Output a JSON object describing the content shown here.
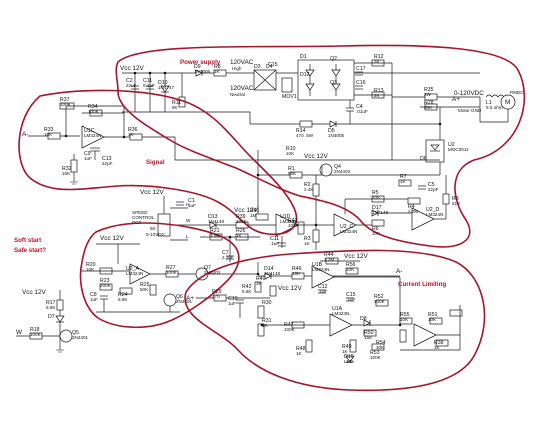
{
  "annotations": {
    "power_supply": "Power supply",
    "signal": "Signal",
    "soft_start": "Soft start",
    "safe_start": "Safe start?",
    "current_limiting": "Current Limiting"
  },
  "colors": {
    "annotation": "#c0102a",
    "wire": "#1a1a1a",
    "background": "#ffffff"
  },
  "rails": {
    "vcc_top": "Vcc 12V",
    "vcc_mid": "Vcc 12V",
    "vcc_u1d": "Vcc 12V",
    "vcc_softstart": "Vcc 12V",
    "vcc_leftlow": "Vcc 12V",
    "vcc_bottom": "Vcc 12V",
    "vcc_cl": "Vcc 12V",
    "vcc_speed": "Vcc 12V"
  },
  "inputs": {
    "hv_high": "120VAC",
    "hv_high_sub": "High",
    "hv_neutral": "120VAC",
    "hv_neutral_sub": "Neutral",
    "a_minus": "A-",
    "a_plus_out": "A+",
    "a_plus_in": "A+",
    "a_minus_cl": "A-",
    "w_in": "W",
    "out_dc": "0-120VDC",
    "out_neg": "A-",
    "motor_gnd": "Motor GND",
    "pmdc": "PMDC",
    "motor_sym": "M",
    "speed_pot": "SPEED",
    "speed_pot2": "CONTROL",
    "speed_pot3": "POT",
    "h_pin": "H",
    "w_pin": "W",
    "l_pin": "L",
    "pot_val1": "5K",
    "pot_val2": "0-10VDC"
  },
  "components": {
    "power": [
      {
        "ref": "C2",
        "val": "22uF"
      },
      {
        "ref": "C11",
        "val": "0.1uF"
      },
      {
        "ref": "D10",
        "val": "1N4747"
      },
      {
        "ref": "R11",
        "val": "8K"
      },
      {
        "ref": "D9",
        "val": "1N4005"
      },
      {
        "ref": "R8",
        "val": "1K"
      },
      {
        "ref": "D3",
        "val": ""
      },
      {
        "ref": "D4",
        "val": ""
      },
      {
        "ref": "C15",
        "val": ""
      },
      {
        "ref": "MOV1",
        "val": ""
      },
      {
        "ref": "D1",
        "val": ""
      },
      {
        "ref": "Q2",
        "val": ""
      },
      {
        "ref": "D12",
        "val": ""
      },
      {
        "ref": "Q3",
        "val": ""
      },
      {
        "ref": "C17",
        "val": ""
      },
      {
        "ref": "C16",
        "val": ""
      },
      {
        "ref": "R12",
        "val": "2K"
      },
      {
        "ref": "R13",
        "val": "2K"
      },
      {
        "ref": "R14",
        "val": "470 .5W"
      },
      {
        "ref": "D5",
        "val": "1N4005"
      },
      {
        "ref": "C4",
        "val": ".01uF"
      },
      {
        "ref": "R10",
        "val": "10K"
      },
      {
        "ref": "R35",
        "val": "2W"
      },
      {
        "ref": "R28",
        "val": "20K"
      },
      {
        "ref": "L1",
        "val": "5.5 ohm"
      },
      {
        "ref": "U2",
        "val": "MOC3011"
      },
      {
        "ref": "D6",
        "val": ""
      }
    ],
    "signal": [
      {
        "ref": "R33",
        "val": "10K"
      },
      {
        "ref": "R37",
        "val": "100K"
      },
      {
        "ref": "R34",
        "val": "100K"
      },
      {
        "ref": "U1C",
        "val": "LM324N"
      },
      {
        "ref": "R36",
        "val": "1K"
      },
      {
        "ref": "C9",
        "val": "1uF"
      },
      {
        "ref": "R32",
        "val": "10K"
      },
      {
        "ref": "C13",
        "val": "22pF"
      }
    ],
    "middle": [
      {
        "ref": "R1",
        "val": "56K"
      },
      {
        "ref": "Q4",
        "val": "2N4403"
      },
      {
        "ref": "R2",
        "val": "2.4K"
      },
      {
        "ref": "R5",
        "val": "10K"
      },
      {
        "ref": "C5",
        "val": "22pF"
      },
      {
        "ref": "R7",
        "val": "1K"
      },
      {
        "ref": "R4",
        "val": "2.2M"
      },
      {
        "ref": "D17",
        "val": "1N4148"
      },
      {
        "ref": "R6",
        "val": "10K"
      },
      {
        "ref": "R9",
        "val": "510"
      },
      {
        "ref": "U2_D",
        "val": "LM324N"
      },
      {
        "ref": "U2_C",
        "val": "LM324N"
      },
      {
        "ref": "R3",
        "val": "1K"
      },
      {
        "ref": "R43",
        "val": "100K"
      },
      {
        "ref": "C1",
        "val": "1uF"
      },
      {
        "ref": "D13",
        "val": "1N4148"
      },
      {
        "ref": "R39",
        "val": "100K"
      },
      {
        "ref": "R41",
        "val": "1M"
      },
      {
        "ref": "U1D",
        "val": "LM324N"
      },
      {
        "ref": "R21",
        "val": "1.5K"
      },
      {
        "ref": "R26",
        "val": "1K"
      },
      {
        "ref": "C11b",
        "val": ".1uF"
      },
      {
        "ref": "C7",
        "val": "2.2uF"
      }
    ],
    "softstart": [
      {
        "ref": "R20",
        "val": "10K"
      },
      {
        "ref": "R23",
        "val": "200K"
      },
      {
        "ref": "U2_A",
        "val": "LM324N"
      },
      {
        "ref": "R27",
        "val": "100K"
      },
      {
        "ref": "Q7",
        "val": "2N4403"
      },
      {
        "ref": "C8",
        "val": "1uF"
      },
      {
        "ref": "R24",
        "val": "5.6K"
      },
      {
        "ref": "R25",
        "val": "50K"
      },
      {
        "ref": "Q6",
        "val": "2N4401"
      },
      {
        "ref": "R17",
        "val": "5.6K"
      },
      {
        "ref": "D7",
        "val": ""
      },
      {
        "ref": "Q5",
        "val": "2N4401"
      },
      {
        "ref": "R18",
        "val": "100K"
      }
    ],
    "currentlimit": [
      {
        "ref": "D14",
        "val": "1N4148"
      },
      {
        "ref": "R46",
        "val": "10K"
      },
      {
        "ref": "U1B",
        "val": "LM324N"
      },
      {
        "ref": "R56",
        "val": "10K"
      },
      {
        "ref": "R44",
        "val": "1.2M"
      },
      {
        "ref": "R42",
        "val": "5.6K"
      },
      {
        "ref": "R40",
        "val": "3K"
      },
      {
        "ref": "C12",
        "val": ".1uF"
      },
      {
        "ref": "R29",
        "val": "470"
      },
      {
        "ref": "C10",
        "val": "1uF"
      },
      {
        "ref": "R30",
        "val": ""
      },
      {
        "ref": "R31",
        "val": "1K"
      },
      {
        "ref": "R47",
        "val": "100K"
      },
      {
        "ref": "R48",
        "val": "1K"
      },
      {
        "ref": "C15b",
        "val": ".1uF"
      },
      {
        "ref": "R52",
        "val": "100K"
      },
      {
        "ref": "R49",
        "val": "1K"
      },
      {
        "ref": "U1A",
        "val": "LM324N"
      },
      {
        "ref": "D8",
        "val": ""
      },
      {
        "ref": "R50",
        "val": "15K"
      },
      {
        "ref": "R54",
        "val": "30K"
      },
      {
        "ref": "R53",
        "val": "100K"
      },
      {
        "ref": "D16",
        "val": "LED"
      },
      {
        "ref": "R55",
        "val": "10K"
      },
      {
        "ref": "R51",
        "val": "10K"
      },
      {
        "ref": "R38",
        "val": "1K"
      }
    ]
  }
}
